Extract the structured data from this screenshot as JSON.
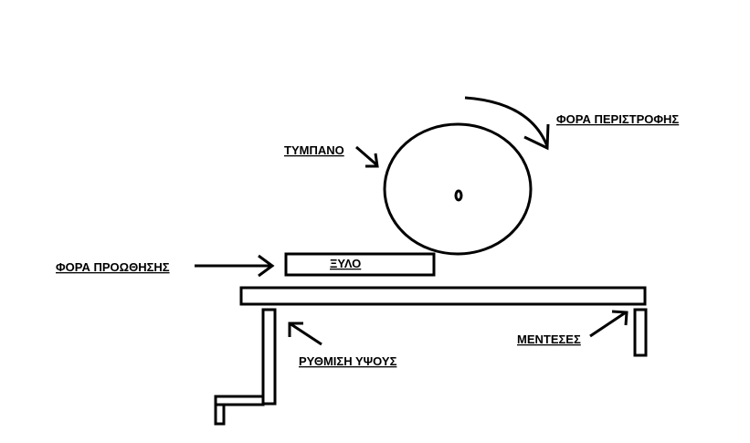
{
  "labels": {
    "drum": "ΤΥΜΠΑΝΟ",
    "rotation_direction": "ΦΟΡΑ ΠΕΡΙΣΤΡΟΦΗΣ",
    "feed_direction": "ΦΟΡΑ ΠΡΟΩΘΗΣΗΣ",
    "wood": "ΞΥΛΟ",
    "height_adjustment": "ΡΥΘΜΙΣΗ ΥΨΟΥΣ",
    "hinges": "ΜΕΝΤΕΣΕΣ"
  },
  "colors": {
    "ink": "#000000",
    "background": "#ffffff"
  }
}
